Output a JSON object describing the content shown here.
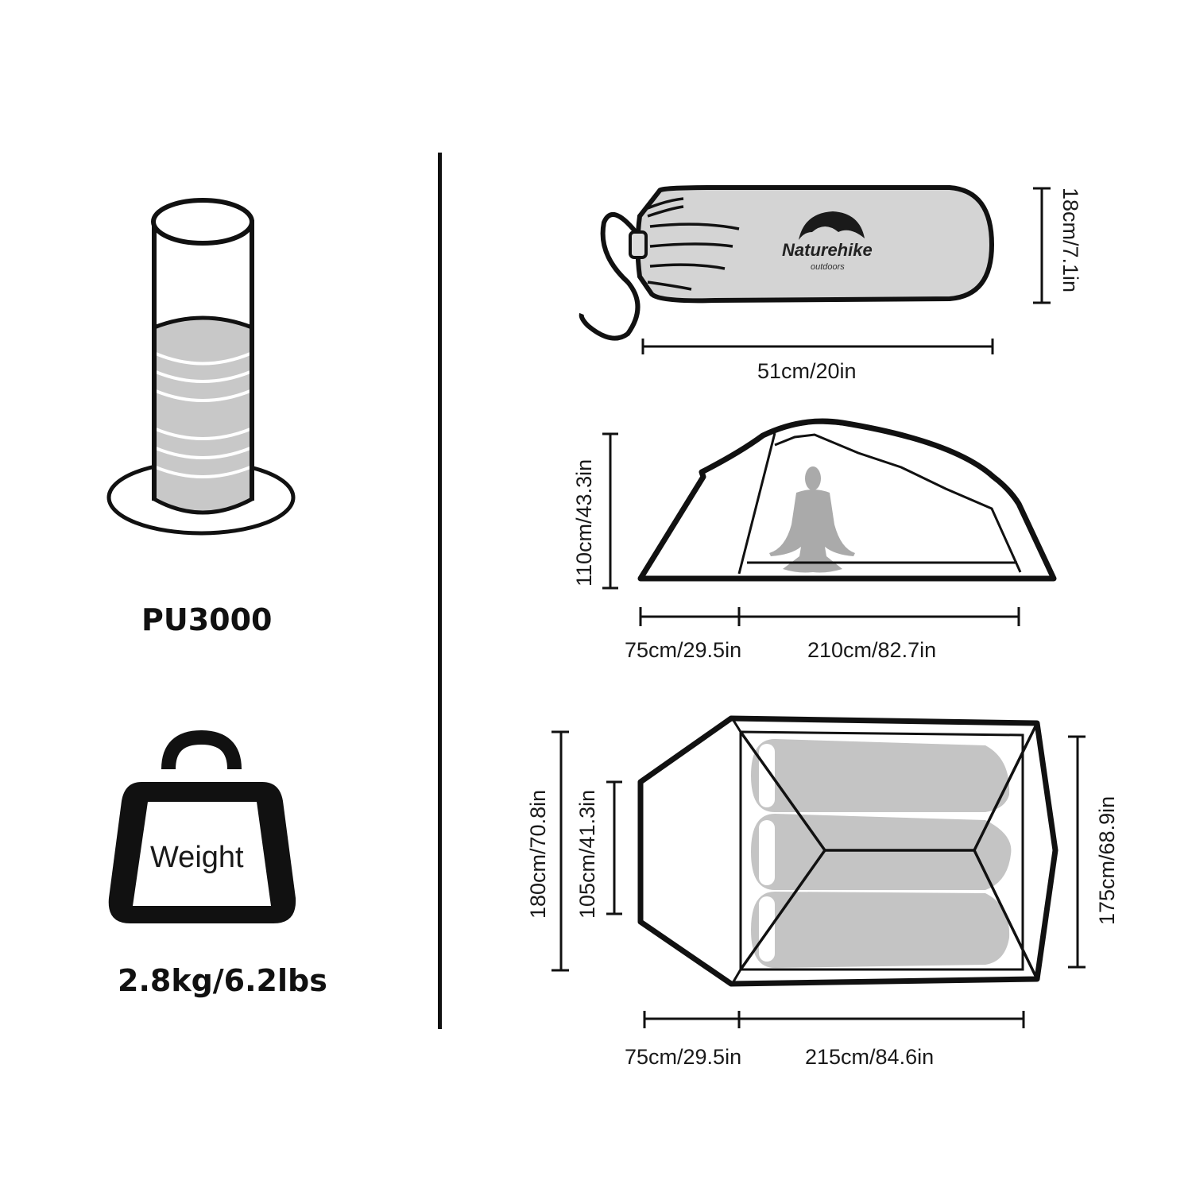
{
  "left_panel": {
    "waterproof": {
      "icon": "water-column-icon",
      "label": "PU3000"
    },
    "weight": {
      "icon": "weight-icon",
      "icon_text": "Weight",
      "label": "2.8kg/6.2lbs"
    }
  },
  "packed_bag": {
    "brand": "Naturehike",
    "brand_sub": "outdoors",
    "length_label": "51cm/20in",
    "height_label": "18cm/7.1in"
  },
  "side_view": {
    "height_label": "110cm/43.3in",
    "vestibule_label": "75cm/29.5in",
    "inner_length_label": "210cm/82.7in"
  },
  "top_view": {
    "outer_width_label": "180cm/70.8in",
    "door_width_label": "105cm/41.3in",
    "inner_width_label": "175cm/68.9in",
    "vestibule_label": "75cm/29.5in",
    "inner_length_label": "215cm/84.6in"
  },
  "colors": {
    "line": "#111111",
    "fill_gray": "#c4c4c4",
    "bag_gray": "#d4d4d4",
    "person_gray": "#aaaaaa"
  }
}
